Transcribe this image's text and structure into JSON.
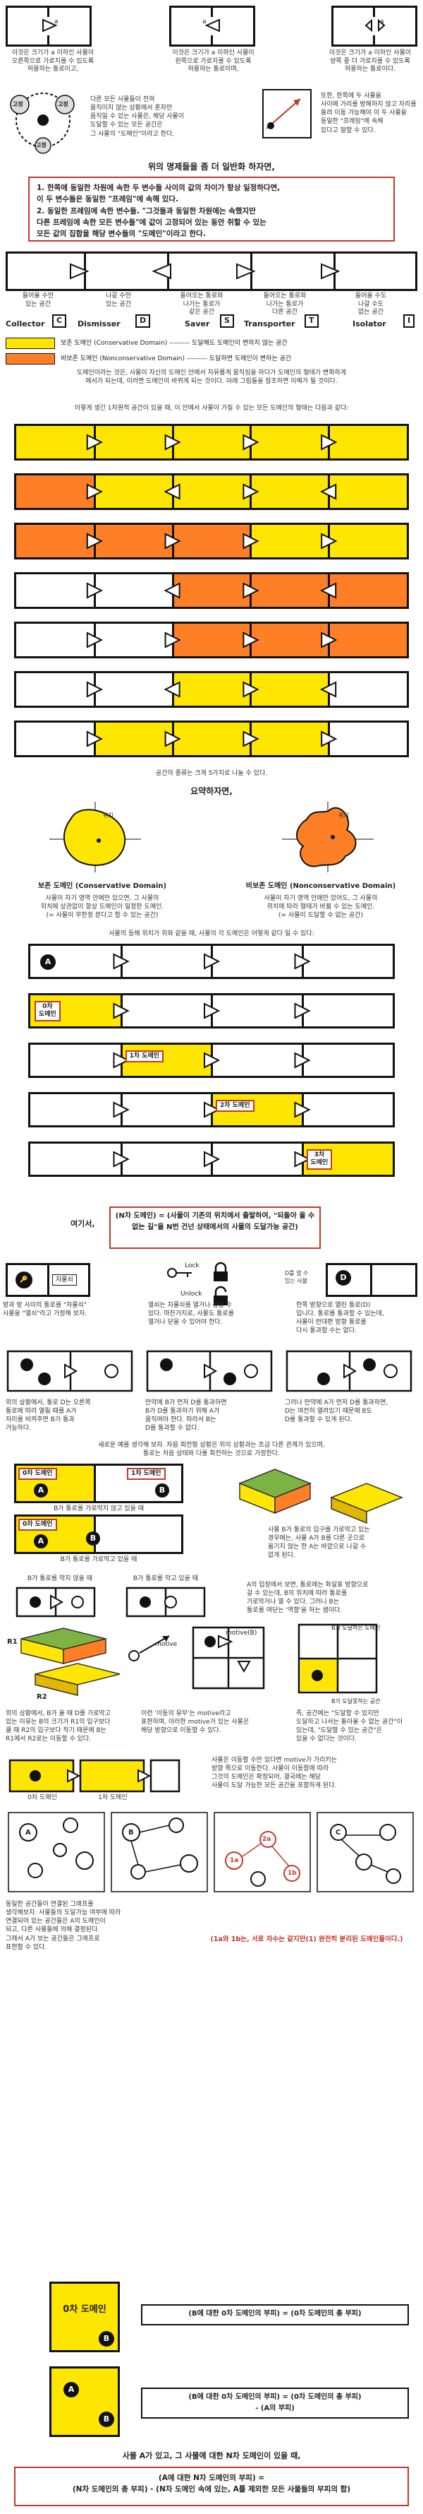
{
  "top_captions": [
    "이것은 크기가 a 이하인 사물이\n오른쪽으로 가로지를 수 있도록\n허용하는 통로이고,",
    "이것은 크기가 a 이하인 사물이\n왼쪽으로 가로지를 수 있도록\n허용하는 통로이며,",
    "이것은 크기가 a 이하인 사물이\n양쪽 중 더 가로지를 수 있도록\n허용하는 통로이다."
  ],
  "gate_label": "a",
  "orbit": {
    "labels": [
      "고정",
      "고정",
      "고정"
    ],
    "text": "다른 모든 사물들이 전혀\n움직이지 않는 상황에서 혼자만\n움직일 수 있는 사물은, 해당 사물이\n도달할 수 있는 모든 공간은\n그 사물의 \"도메인\"이라고 한다."
  },
  "right_intro": "또한, 한쪽에 두 사물을\n사이에 가리를 방해하지 않고 자리를\n돌려 이동 가능해야 이 두 사물을\n동일한 \"프레임\"에 속해\n있다고 말할 수 있다.",
  "section1_title": "위의 명제들을 좀 더 일반화 하자면,",
  "red_rules": [
    "1. 한쪽에 동일한 차원에 속한 두 변수들 사이의 값의 차이가 항상 일정하다면,",
    "   이 두 변수들은 동일한 \"프레임\"에 속해 있다.",
    "2. 동일한 프레임에 속한 변수들. \"그것들과 동일한 차원에는 속했지만",
    "   다른 프레임에 속한 모든 변수들\"에 값이 고정되어 있는 동안 취할 수 있는",
    "   모든 값의 집합을 해당 변수들의 \"도메인\"이라고 한다."
  ],
  "kinds": [
    {
      "letter": "C",
      "name": "Collector",
      "desc": "들어올 수만\n있는 공간"
    },
    {
      "letter": "D",
      "name": "Dismisser",
      "desc": "나갈 수만\n있는 공간"
    },
    {
      "letter": "S",
      "name": "Saver",
      "desc": "들어오는 통로와\n나가는 통로가\n같은 공간"
    },
    {
      "letter": "T",
      "name": "Transporter",
      "desc": "들어오는 통로와\n나가는 통로가\n다른 공간"
    },
    {
      "letter": "I",
      "name": "Isolator",
      "desc": "들어올 수도\n나갈 수도\n없는 공간"
    }
  ],
  "legend": {
    "conservative": "보존 도메인 (Conservative Domain) --------- 도달해도 도메인이 변하지 않는 공간",
    "nonconservative": "비보존 도메인 (Nonconservative Domain) --------- 도달하면 도메인이 변하는 공간",
    "paragraph": "도메인이라는 것은, 사물이 자신의 도메인 안에서 자유롭게 움직임을 하다가 도메인의 형태가 변화하게\n에서가 되는데, 이러면 도메인이 바뀌게 되는 것이다. 아래 그림들을 참조하면 이해가 될 것이다.",
    "shape_text": "이렇게 생긴 1차원적 공간이 있을 때, 이 안에서 사물이 가질 수 있는 모든 도메인의 형태는 다음과 같다:"
  },
  "strip_caption": "공간의 종류는 크게 5가지로 나눌 수 있다.",
  "summary_title": "요약하자면,",
  "blob_left": {
    "mark": "위치",
    "title": "보존 도메인 (Conservative Domain)",
    "text": "사물이 자기 영역 안에만 있으면, 그 사물의\n위치에 상관없이 항상 도메인이 일정한 도메인.\n(= 사물이 무한정 분다고 할 수 있는 공간)"
  },
  "blob_right": {
    "mark": "위치",
    "title": "비보존 도메인 (Nonconservative Domain)",
    "text": "사물이 자기 영역 안에만 있어도, 그 사물의\n위치에 따라 형태가 바뀔 수 있는 도메인.\n(= 사물이 도달할 수 없는 공간)"
  },
  "moves_text": "사물의 등해 위치가 위와 같을 때, 사물의 각 도메인은 어떻게 같다 일 수 있다:",
  "domain_tags": [
    "0차\n도메인",
    "1차 도메인",
    "2차 도메인",
    "3차\n도메인"
  ],
  "here_label": "여기서,",
  "nth_box": "(N차 도메인) = (사물이 기존의 위치에서 출발하여,\n\"되돌아 올 수 없는 길\"을 N번 건넌 상태에서의\n사물의 도달가능 공간)",
  "lock": {
    "lock_word": "Lock",
    "unlock_word": "Unlock",
    "key_label": "자물쇠",
    "left_note": "방과 방 사이의 통로를 \"자물쇠\"\n사물을 \"열쇠\"라고 가정해 보자.",
    "mid_note": "열쇠는 자물쇠를 열거나 잠글 수\n있다. 마찬가지로, 사물도 통로를\n열거나 닫을 수 있어야 한다.",
    "right_note": "한쪽 방향으로 열린 통로(D)\n입니다. 통로를 통과할 수 있는데,\n사물이 반대편 방향 통로를\n다시 통과할 수는 없다.",
    "d_label": "D를 열 수\n있는 사물"
  },
  "steps": [
    "위의 상황에서, 통로 D는 오른쪽\n통로에 따라 열릴 때를 A가\n자리를 비켜주면 B가 통과\n가능하다.",
    "만약에 B가 먼저 D를 통과하면\nB가 D를 통과하기 위해 A가\n움직여야 한다. 따라서 B는\nD를 통과할 수 없다.",
    "그러나 만약에 A가 먼저 D를 통과하면,\nD는 여전히 열려있기 때문에 B도\nD를 통과할 수 있게 된다."
  ],
  "combo_note": "새로운 예를 생각해 보자. 자음 회전형 상황은 위의 상황과는 조금 다른 관계가 있으며,\n통로는 처음 상태와 다를 회전하는 것으로 가정한다.",
  "zero_one": [
    "0차 도메인",
    "1차 도메인"
  ],
  "b_statements": [
    "B가 통로를 가로막지 않고 있을 때",
    "B가 통로를 가로막고 있을 때"
  ],
  "box_note": "사물 B가 통로의 입구를 가로막고 있는\n경우에는, 사물 A가 B를 다른 곳으로\n옮기지 않는 한 A는 바깥으로 나갈 수\n없게 된다.",
  "motive": {
    "label": "motive",
    "label2": "motive(B)",
    "r1": "R1",
    "r2": "R2",
    "open_label": "B가 통로를 막지 않을 때",
    "block_label": "B가 통로를 막고 있을 때",
    "note1": "A의 입장에서 보면, 통로에는 화살표 방향으로\n갈 수 있는데, B의 위치에 따라 통로를\n가로막거나 열 수 있다. 그러니 B는\n통로를 여닫는 '역할'을 하는 셈이다.",
    "note2": "위의 상황에서, B가 올 때 D를 가로막고\n있는 이유는 B의 크기가 R1의 입구보다\n클 때 R2의 입구보다 작기 때문에 B는\nR1에서 R2로는 이동할 수 있다.",
    "note3": "이런 '이동의 유무'는 motive라고\n표현하며, 이러한 motive가 있는 사물은\n해당 방향으로 이동할 수 있다.",
    "note4": "즉, 공간에는 \"도달할 수 있지만\n도달하고 나서는 돌아올 수 없는 공간\"이\n있는데, \"도달할 수 있는 공간\"은\n있을 수 없다는 것이다.",
    "b_domain": "B가 도달하는 도메인",
    "b_no_domain": "B가 도달못하는 공간"
  },
  "sub_domains": [
    "0차 도메인",
    "1차 도메인"
  ],
  "graph_note": "사물은 이동할 수만 있다면 motive가 가리키는\n방향 쪽으로 이동한다. 사물이 이동함에 따라\n그것의 도메인은 확장되어, 결국에는 해당\n사물이 도달 가능한 모든 공간을 포함하게 된다.",
  "graph_left_note": "동일한 공간들이 연결된 그래프를\n생각해보자. 사물들의 도달가능 여부에 따라\n연결되어 있는 공간들은 A의 도메인이\n되고, 다른 사물들에 의해 결정된다.\n그래서 A가 보는 공간들은 그래프로\n표현할 수 있다.",
  "graph_labels": [
    "A",
    "B",
    "C",
    "1a",
    "1b",
    "2a"
  ],
  "red_footnote": "(1a와 1b는, 서로 자수는 같지만(1) 완전히 분리된 도메인들이다.)",
  "final_a_box": "0차\n도메인",
  "eq1": "(B에 대한 0차 도메인의 부피) = (0차 도메인의 총 부피)",
  "eq2": "(B에 대한 0차 도메인의 부피) = (0차 도메인의 총 부피)\n- (A의 부피)",
  "final_statement": "사물 A가 있고, 그 사물에 대한 N차 도메인이 있을 때,",
  "final_formula": [
    "(A에 대한 N차 도메인의 부피) =",
    "(N차 도메인의 총 부피) - (N차 도메인 속에 있는, A를 제외한 모든 사물들의 부피의 합)"
  ],
  "colors": {
    "yellow": "#ffe600",
    "orange": "#ff7f27",
    "red": "#c0392b"
  }
}
